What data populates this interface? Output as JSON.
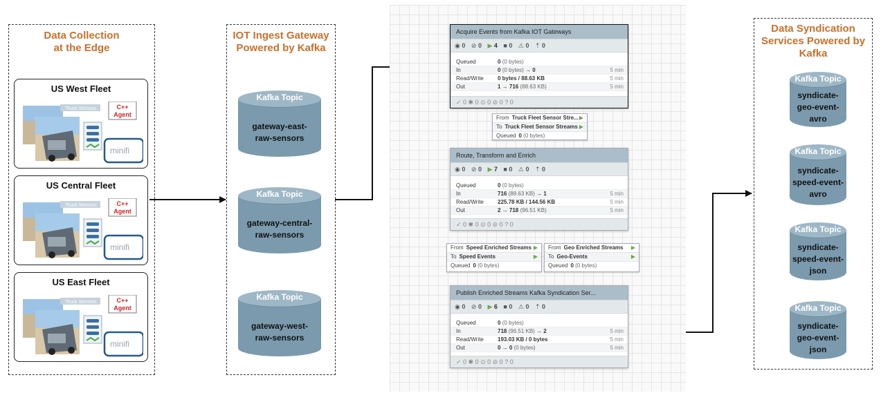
{
  "panels": {
    "edge": {
      "title_line1": "Data Collection",
      "title_line2": "at the Edge"
    },
    "gateway": {
      "title_line1": "IOT Ingest Gateway",
      "title_line2": "Powered by Kafka"
    },
    "syndication": {
      "title_line1": "Data Syndication",
      "title_line2": "Services Powered by",
      "title_line3": "Kafka"
    }
  },
  "fleets": [
    {
      "title": "US West Fleet",
      "sensor_label": "Truck Sensors",
      "agent_label_1": "C++",
      "agent_label_2": "Agent",
      "minifi_label": "minifi"
    },
    {
      "title": "US Central Fleet",
      "sensor_label": "Truck Sensors",
      "agent_label_1": "C++",
      "agent_label_2": "Agent",
      "minifi_label": "minifi"
    },
    {
      "title": "US East Fleet",
      "sensor_label": "Truck Sensors",
      "agent_label_1": "C++",
      "agent_label_2": "Agent",
      "minifi_label": "minifi"
    }
  ],
  "gateway_topics": [
    {
      "label": "Kafka Topic",
      "name1": "gateway-east-",
      "name2": "raw-sensors"
    },
    {
      "label": "Kafka Topic",
      "name1": "gateway-central-",
      "name2": "raw-sensors"
    },
    {
      "label": "Kafka Topic",
      "name1": "gateway-west-",
      "name2": "raw-sensors"
    }
  ],
  "syndication_topics": [
    {
      "label": "Kafka Topic",
      "name1": "syndicate-",
      "name2": "geo-event-",
      "name3": "avro"
    },
    {
      "label": "Kafka Topic",
      "name1": "syndicate-",
      "name2": "speed-event-",
      "name3": "avro"
    },
    {
      "label": "Kafka Topic",
      "name1": "syndicate-",
      "name2": "speed-event-",
      "name3": "json"
    },
    {
      "label": "Kafka Topic",
      "name1": "syndicate-",
      "name2": "geo-event-",
      "name3": "json"
    }
  ],
  "processors": [
    {
      "title": "Acquire Events from Kafka IOT Gateways",
      "status": {
        "stopped": "0",
        "disabled": "0",
        "running": "4",
        "invalid": "0",
        "warning": "0",
        "transmitting": "0"
      },
      "queued": {
        "label": "Queued",
        "value": "0",
        "paren": "(0 bytes)"
      },
      "in": {
        "label": "In",
        "value": "0",
        "paren": "(0 bytes)",
        "arrow": "→ 0",
        "time": "5 min"
      },
      "readwrite": {
        "label": "Read/Write",
        "value": "0 bytes / 88.63 KB",
        "time": "5 min"
      },
      "out": {
        "label": "Out",
        "value": "1 → 716",
        "paren": "(88.63 KB)",
        "time": "5 min"
      },
      "footer": "✓ 0   ✱ 0   ⊙ 0   ⊘ 0   ? 0"
    },
    {
      "title": "Route, Transform and Enrich",
      "status": {
        "stopped": "0",
        "disabled": "0",
        "running": "7",
        "invalid": "0",
        "warning": "0",
        "transmitting": "0"
      },
      "queued": {
        "label": "Queued",
        "value": "0",
        "paren": "(0 bytes)"
      },
      "in": {
        "label": "In",
        "value": "716",
        "paren": "(88.63 KB)",
        "arrow": "→ 1",
        "time": "5 min"
      },
      "readwrite": {
        "label": "Read/Write",
        "value": "225.78 KB / 144.56 KB",
        "time": "5 min"
      },
      "out": {
        "label": "Out",
        "value": "2 → 718",
        "paren": "(96.51 KB)",
        "time": "5 min"
      },
      "footer": "✓ 0   ✱ 0   ⊙ 0   ⊘ 0   ? 0"
    },
    {
      "title": "Publish Enriched Streams Kafka Syndication Ser...",
      "status": {
        "stopped": "0",
        "disabled": "0",
        "running": "6",
        "invalid": "0",
        "warning": "0",
        "transmitting": "0"
      },
      "queued": {
        "label": "Queued",
        "value": "0",
        "paren": "(0 bytes)"
      },
      "in": {
        "label": "In",
        "value": "718",
        "paren": "(96.51 KB)",
        "arrow": "→ 2",
        "time": "5 min"
      },
      "readwrite": {
        "label": "Read/Write",
        "value": "193.03 KB / 0 bytes",
        "time": "5 min"
      },
      "out": {
        "label": "Out",
        "value": "0 → 0",
        "paren": "(0 bytes)",
        "time": "5 min"
      },
      "footer": "✓ 0   ✱ 0   ⊙ 0   ⊘ 0   ? 0"
    }
  ],
  "connections": [
    {
      "from_label": "From",
      "from": "Truck Fleet Sensor Stre...",
      "to_label": "To",
      "to": "Truck Fleet Sensor Streams",
      "queued_label": "Queued",
      "queued": "0",
      "queued_paren": "(0 bytes)"
    },
    {
      "from_label": "From",
      "from": "Speed Enriched Streams",
      "to_label": "To",
      "to": "Speed Events",
      "queued_label": "Queued",
      "queued": "0",
      "queued_paren": "(0 bytes)"
    },
    {
      "from_label": "From",
      "from": "Geo Enriched Streams",
      "to_label": "To",
      "to": "Geo-Events",
      "queued_label": "Queued",
      "queued": "0",
      "queued_paren": "(0 bytes)"
    }
  ],
  "icons": {
    "play": "▶",
    "arrow-right": "→"
  },
  "colors": {
    "panel_title": "#c8702a",
    "cylinder": "#7b9aad",
    "processor_header": "#abbdc8",
    "agent_red": "#cc2222"
  }
}
